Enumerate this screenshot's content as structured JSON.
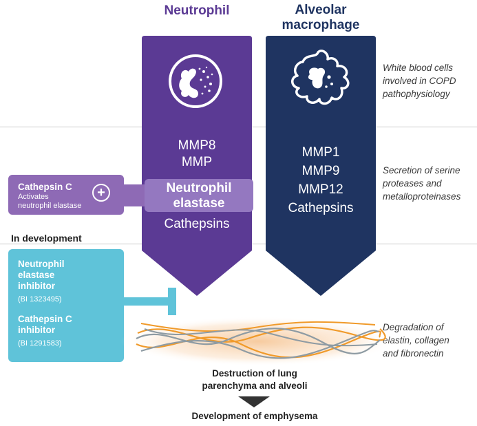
{
  "headers": {
    "neutrophil": "Neutrophil",
    "alveolar": [
      "Alveolar",
      "macrophage"
    ]
  },
  "neutrophil_column": {
    "items_top": [
      "MMP8",
      "MMP"
    ],
    "highlight": [
      "Neutrophil",
      "elastase"
    ],
    "items_bottom": [
      "Cathepsins"
    ]
  },
  "macrophage_column": {
    "items": [
      "MMP1",
      "MMP9",
      "MMP12",
      "Cathepsins"
    ]
  },
  "side_labels": {
    "cells": [
      "White blood cells",
      "involved in COPD",
      "pathophysiology"
    ],
    "secretion": [
      "Secretion of serine",
      "proteases and",
      "metalloproteinases"
    ],
    "degradation": [
      "Degradation of",
      "elastin, collagen",
      "and fibronectin"
    ]
  },
  "cathepsin_c_box": {
    "title": "Cathepsin C",
    "subtitle": [
      "Activates",
      "neutrophil elastase"
    ],
    "symbol": "+"
  },
  "in_development": {
    "heading": "In development",
    "drug1": {
      "name": [
        "Neutrophil",
        "elastase",
        "inhibitor"
      ],
      "code": "(BI 1323495)"
    },
    "drug2": {
      "name": [
        "Cathepsin C",
        "inhibitor"
      ],
      "code": "(BI 1291583)"
    }
  },
  "outcome": {
    "destruction": [
      "Destruction of lung",
      "parenchyma and alveoli"
    ],
    "emphysema": "Development of emphysema"
  },
  "colors": {
    "neutrophil": "#5b3a94",
    "macrophage": "#1f3461",
    "cathepsin_box": "#8e6ab5",
    "highlight": "#9478c0",
    "development": "#5fc3d9",
    "fiber_orange": "#f09a2a",
    "fiber_grey": "#8e9ba3"
  }
}
